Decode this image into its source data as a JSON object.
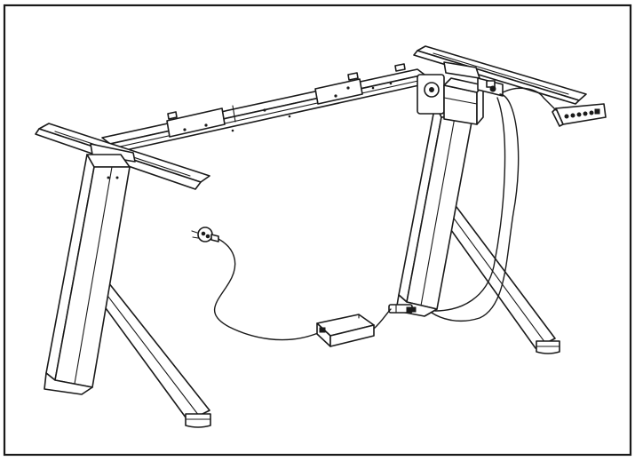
{
  "figure": {
    "subject": "electric-standing-desk-frame",
    "colors": {
      "line": "#1a1a1a",
      "background": "#ffffff"
    },
    "components": [
      "outer-frame-border",
      "left-foot-beam",
      "right-foot-beam",
      "crossbar",
      "left-column",
      "right-column",
      "left-diagonal-brace",
      "right-diagonal-brace",
      "motor-housing",
      "control-box",
      "handset-controller",
      "power-plug",
      "power-adapter",
      "power-cable",
      "handset-cable"
    ]
  }
}
